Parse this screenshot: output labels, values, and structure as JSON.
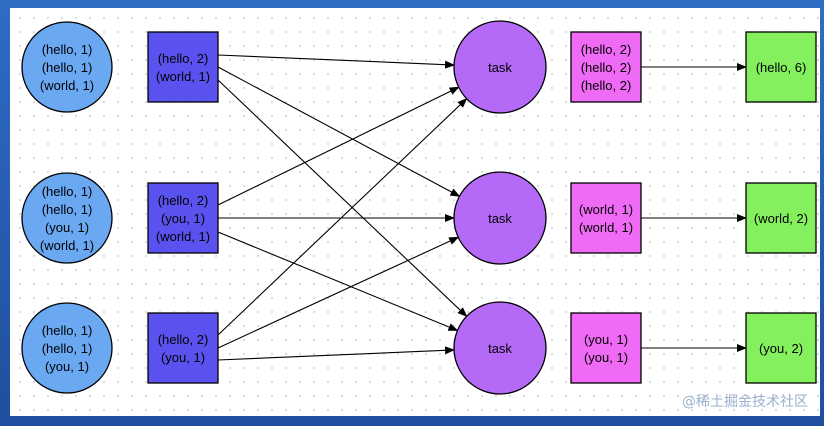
{
  "colors": {
    "input_circle": "#6aa8f2",
    "partial_square": "#5a52ee",
    "task_circle": "#b56af7",
    "grouped_square": "#f06bf5",
    "result_square": "#84f05e",
    "arrow": "#000000"
  },
  "inputs": [
    {
      "lines": [
        "(hello, 1)",
        "(hello, 1)",
        "(world, 1)"
      ]
    },
    {
      "lines": [
        "(hello, 1)",
        "(hello, 1)",
        "(you, 1)",
        "(world, 1)"
      ]
    },
    {
      "lines": [
        "(hello, 1)",
        "(hello, 1)",
        "(you, 1)"
      ]
    }
  ],
  "partials": [
    {
      "lines": [
        "(hello, 2)",
        "(world, 1)"
      ]
    },
    {
      "lines": [
        "(hello, 2)",
        "(you, 1)",
        "(world, 1)"
      ]
    },
    {
      "lines": [
        "(hello, 2)",
        "(you, 1)"
      ]
    }
  ],
  "tasks": [
    {
      "label": "task"
    },
    {
      "label": "task"
    },
    {
      "label": "task"
    }
  ],
  "grouped": [
    {
      "lines": [
        "(hello, 2)",
        "(hello, 2)",
        "(hello, 2)"
      ]
    },
    {
      "lines": [
        "(world, 1)",
        "(world, 1)"
      ]
    },
    {
      "lines": [
        "(you, 1)",
        "(you, 1)"
      ]
    }
  ],
  "results": [
    {
      "lines": [
        "(hello, 6)"
      ]
    },
    {
      "lines": [
        "(world, 2)"
      ]
    },
    {
      "lines": [
        "(you, 2)"
      ]
    }
  ],
  "shuffle_edges": [
    {
      "from": 0,
      "to": 0
    },
    {
      "from": 0,
      "to": 1
    },
    {
      "from": 0,
      "to": 2
    },
    {
      "from": 1,
      "to": 0
    },
    {
      "from": 1,
      "to": 1
    },
    {
      "from": 1,
      "to": 2
    },
    {
      "from": 2,
      "to": 0
    },
    {
      "from": 2,
      "to": 1
    },
    {
      "from": 2,
      "to": 2
    }
  ],
  "watermark": "@稀土掘金技术社区"
}
